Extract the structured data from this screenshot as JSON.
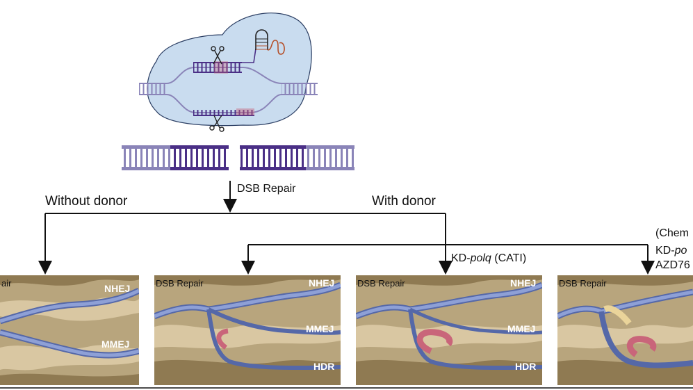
{
  "labels": {
    "dsb_repair": "DSB Repair",
    "without_donor": "Without donor",
    "with_donor": "With donor",
    "kd_prefix": "KD-",
    "polq": "polq",
    "cati": " (CATI)",
    "chem_fragment": "(Chem",
    "kd_po_fragment_prefix": "KD-",
    "kd_po_fragment_ital": "po",
    "azd_fragment": "AZD76"
  },
  "panels": [
    {
      "title": "air",
      "pathways": [
        "NHEJ",
        "MMEJ"
      ]
    },
    {
      "title": "DSB Repair",
      "pathways": [
        "NHEJ",
        "MMEJ",
        "HDR"
      ]
    },
    {
      "title": "DSB Repair",
      "pathways": [
        "NHEJ",
        "MMEJ",
        "HDR"
      ]
    },
    {
      "title": "DSB Repair",
      "pathways": []
    }
  ],
  "colors": {
    "cell": "#c9dcef",
    "dna_light": "#8a84b8",
    "dna_dark": "#4a2f86",
    "rna": "#b5502a",
    "terrain_light": "#d9c7a2",
    "terrain_dark": "#8f7a52",
    "river": "#7f93cf",
    "arrow_pink": "#c9657a",
    "arrow_yellow": "#ead49a"
  }
}
